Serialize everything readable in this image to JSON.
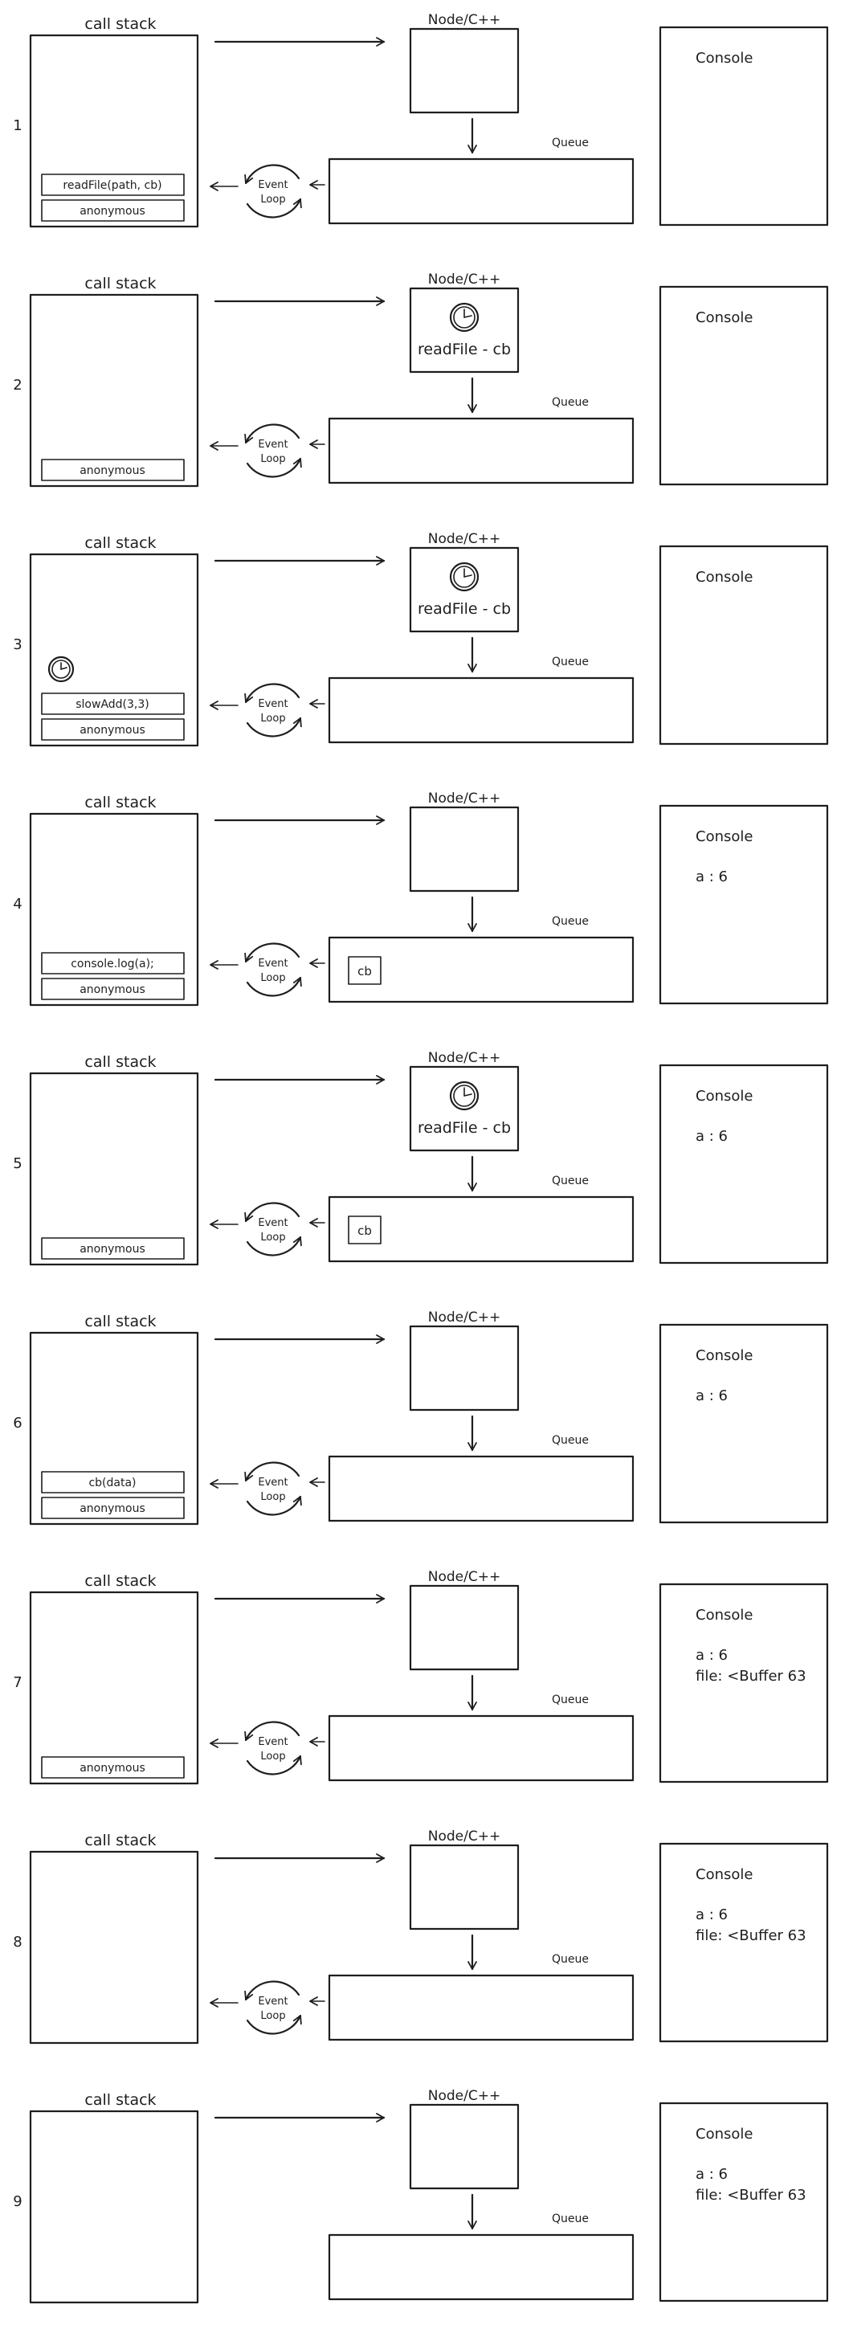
{
  "labels": {
    "call_stack": "call stack",
    "node": "Node/C++",
    "queue": "Queue",
    "console": "Console",
    "event_loop_line1": "Event",
    "event_loop_line2": "Loop"
  },
  "icons": {
    "timer": "clock-icon",
    "loop": "circular-arrows-icon"
  },
  "stages": [
    {
      "number": "1",
      "stack": [
        "readFile(path, cb)",
        "anonymous"
      ],
      "stack_timer": false,
      "node_timer": false,
      "node_text": "",
      "queue": [],
      "console": [],
      "event_loop": true
    },
    {
      "number": "2",
      "stack": [
        "anonymous"
      ],
      "stack_timer": false,
      "node_timer": true,
      "node_text": "readFile - cb",
      "queue": [],
      "console": [],
      "event_loop": true
    },
    {
      "number": "3",
      "stack": [
        "slowAdd(3,3)",
        "anonymous"
      ],
      "stack_timer": true,
      "node_timer": true,
      "node_text": "readFile - cb",
      "queue": [],
      "console": [],
      "event_loop": true
    },
    {
      "number": "4",
      "stack": [
        "console.log(a);",
        "anonymous"
      ],
      "stack_timer": false,
      "node_timer": false,
      "node_text": "",
      "queue": [
        "cb"
      ],
      "console": [
        "a : 6"
      ],
      "event_loop": true
    },
    {
      "number": "5",
      "stack": [
        "anonymous"
      ],
      "stack_timer": false,
      "node_timer": true,
      "node_text": "readFile - cb",
      "queue": [
        "cb"
      ],
      "console": [
        "a : 6"
      ],
      "event_loop": true
    },
    {
      "number": "6",
      "stack": [
        "cb(data)",
        "anonymous"
      ],
      "stack_timer": false,
      "node_timer": false,
      "node_text": "",
      "queue": [],
      "console": [
        "a : 6"
      ],
      "event_loop": true
    },
    {
      "number": "7",
      "stack": [
        "anonymous"
      ],
      "stack_timer": false,
      "node_timer": false,
      "node_text": "",
      "queue": [],
      "console": [
        "a : 6",
        "file:  <Buffer 63"
      ],
      "event_loop": true
    },
    {
      "number": "8",
      "stack": [],
      "stack_timer": false,
      "node_timer": false,
      "node_text": "",
      "queue": [],
      "console": [
        "a : 6",
        "file:  <Buffer 63"
      ],
      "event_loop": true
    },
    {
      "number": "9",
      "stack": [],
      "stack_timer": false,
      "node_timer": false,
      "node_text": "",
      "queue": [],
      "console": [
        "a : 6",
        "file:  <Buffer 63"
      ],
      "event_loop": false
    }
  ]
}
